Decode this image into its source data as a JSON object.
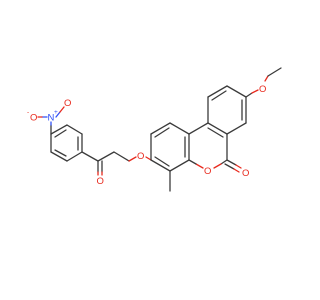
{
  "molecule": {
    "atom_labels": {
      "nitro_n": "N",
      "nitro_n_charge": "+",
      "nitro_o_minus": "O",
      "nitro_o_minus_charge": "-",
      "nitro_o": "O",
      "ketone_o": "O",
      "ether_o": "O",
      "ring_o": "O",
      "lactone_o": "O",
      "methoxy_o": "O"
    },
    "colors": {
      "bond": "#3b3b3b",
      "oxygen": "#e8291d",
      "nitrogen": "#3050f8",
      "background": "#ffffff"
    }
  }
}
